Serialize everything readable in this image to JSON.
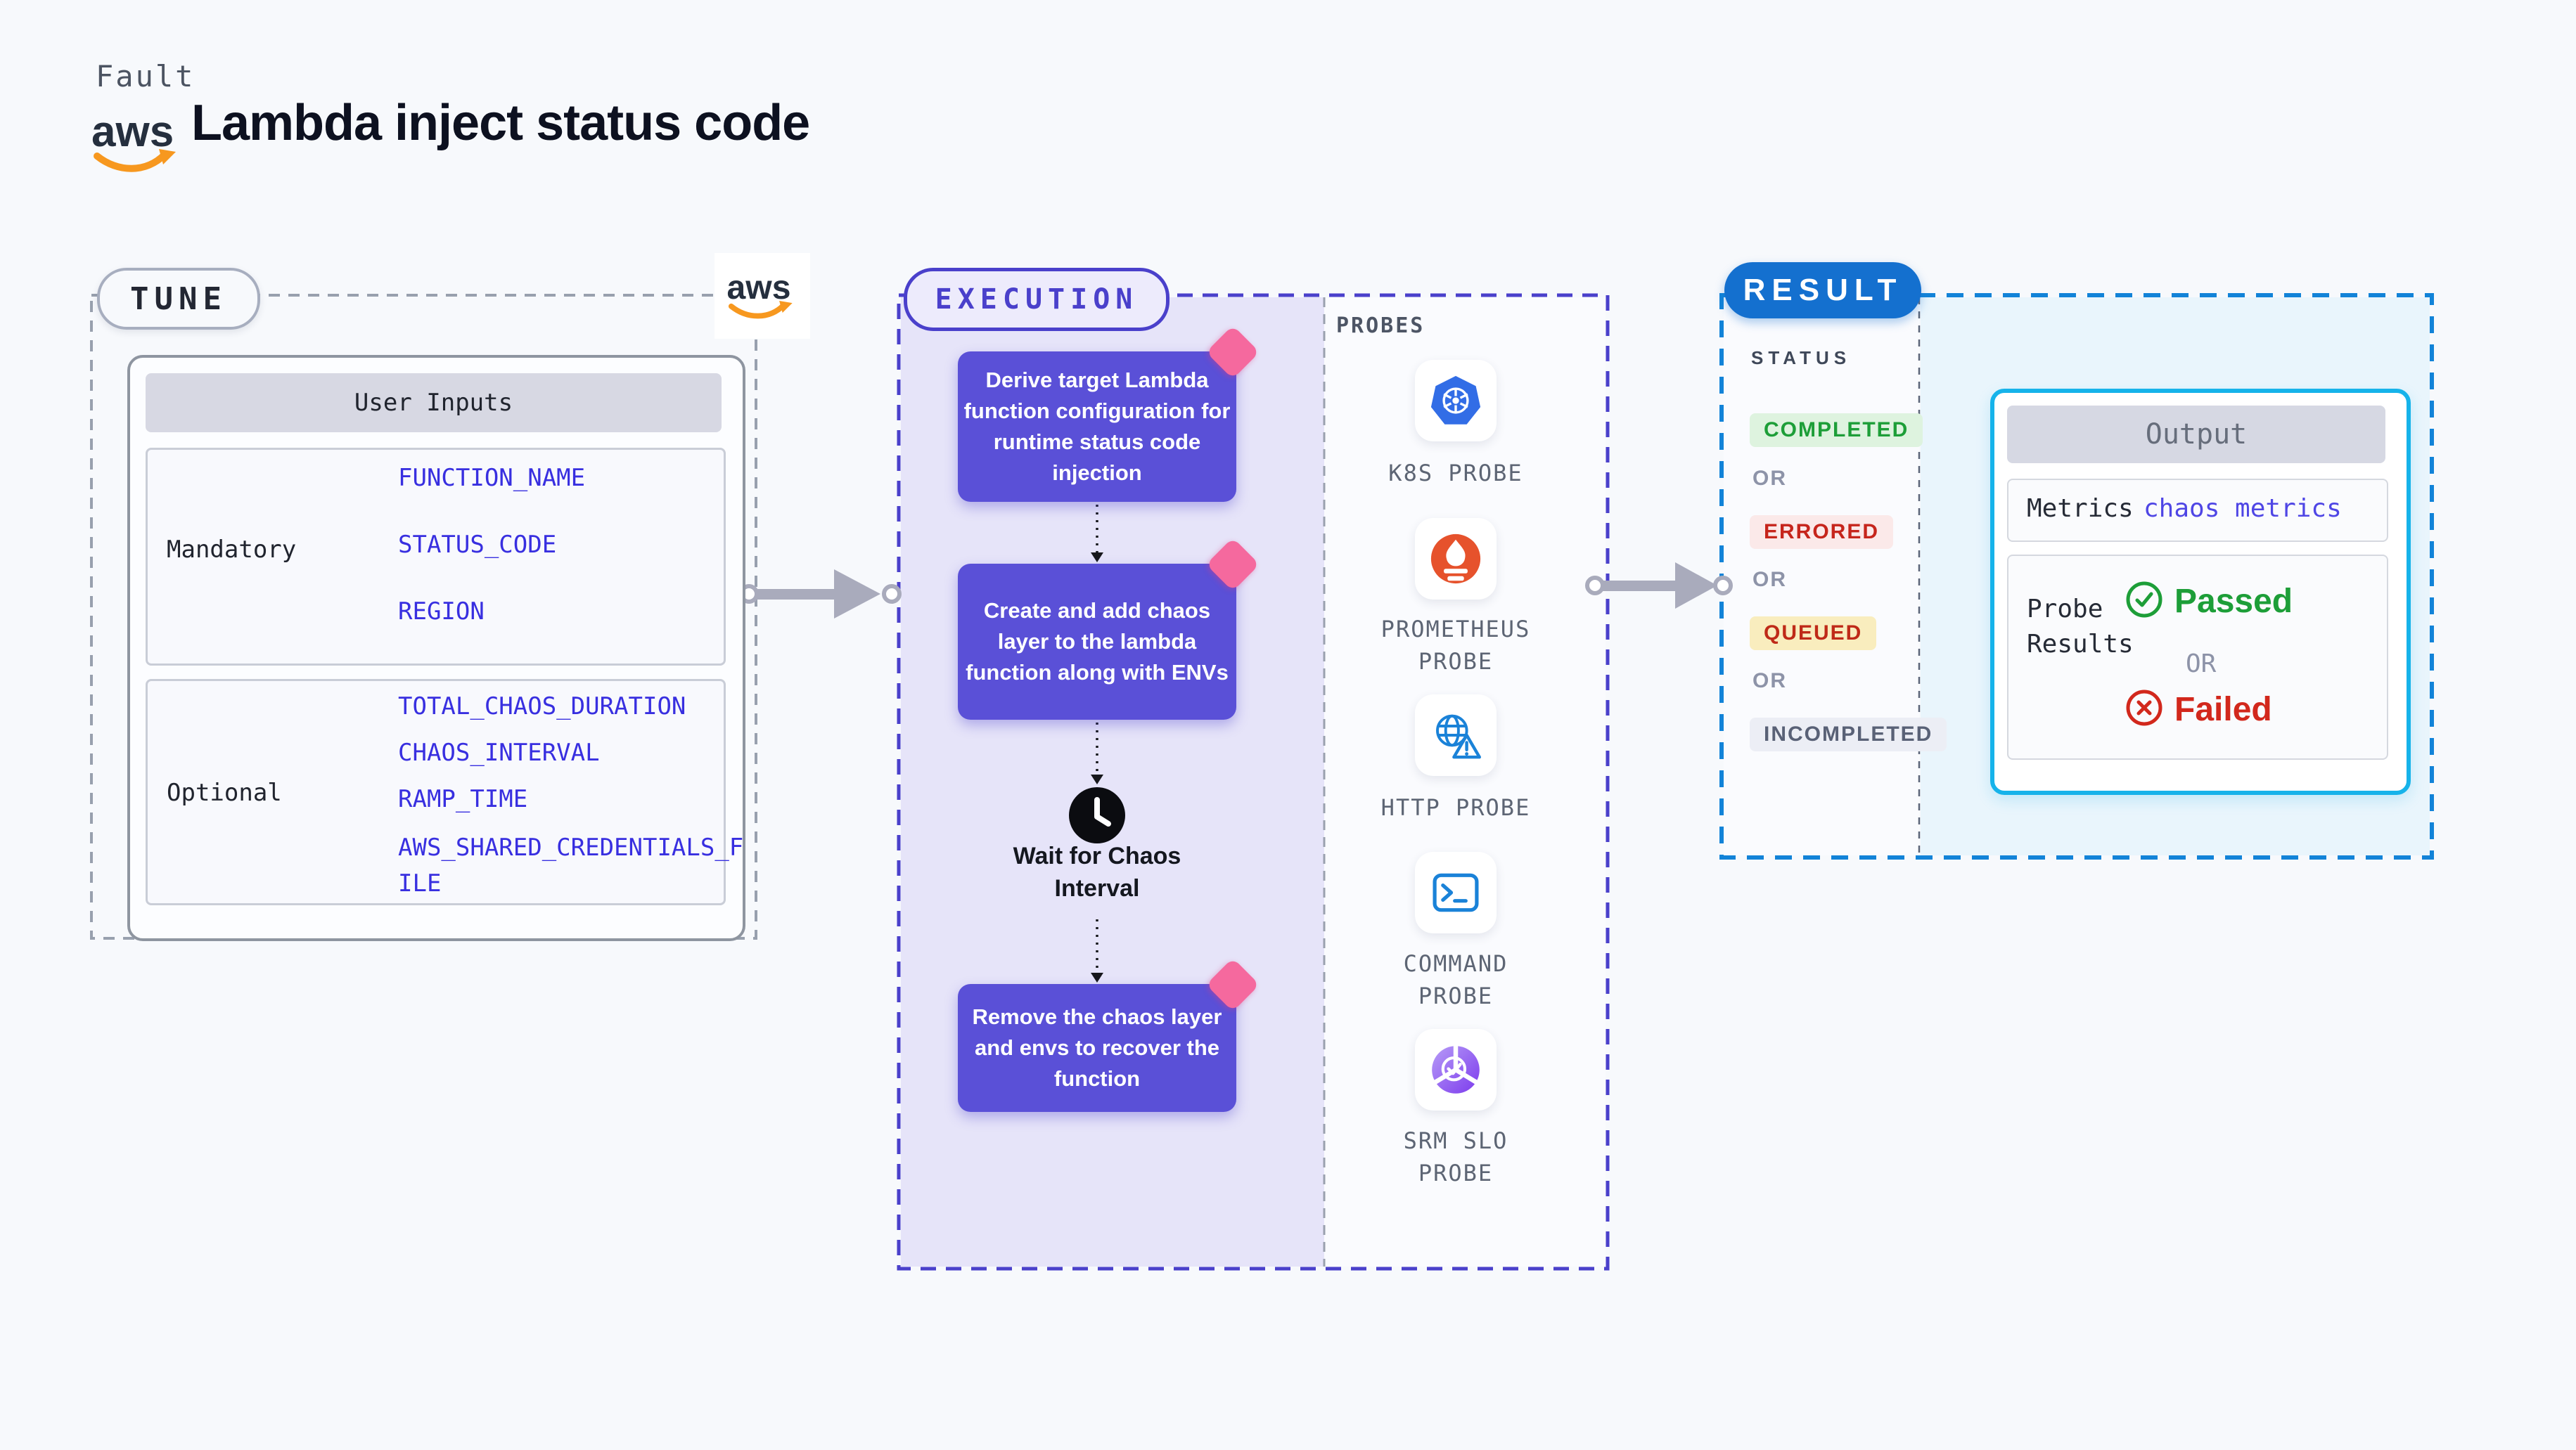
{
  "header": {
    "eyebrow": "Fault",
    "title": "Lambda inject status code",
    "logo": "aws-logo"
  },
  "tune": {
    "badge": "TUNE",
    "table_header": "User Inputs",
    "mandatory_label": "Mandatory",
    "mandatory_params": [
      "FUNCTION_NAME",
      "STATUS_CODE",
      "REGION"
    ],
    "optional_label": "Optional",
    "optional_params": [
      "TOTAL_CHAOS_DURATION",
      "CHAOS_INTERVAL",
      "RAMP_TIME",
      "AWS_SHARED_CREDENTIALS_FILE"
    ]
  },
  "execution": {
    "badge": "EXECUTION",
    "steps": [
      "Derive target Lambda function configuration for runtime status code injection",
      "Create and add chaos layer to the lambda function along with ENVs",
      "Remove the chaos layer and envs to recover the function"
    ],
    "wait_label": "Wait for Chaos Interval",
    "marker_icon": "pink-chaos-marker-icon",
    "wait_icon": "clock-icon"
  },
  "probes": {
    "title": "PROBES",
    "items": [
      {
        "name": "K8S PROBE",
        "icon": "kubernetes-icon"
      },
      {
        "name": "PROMETHEUS PROBE",
        "icon": "prometheus-flame-icon"
      },
      {
        "name": "HTTP PROBE",
        "icon": "http-globe-warning-icon"
      },
      {
        "name": "COMMAND PROBE",
        "icon": "terminal-icon"
      },
      {
        "name": "SRM SLO PROBE",
        "icon": "slo-donut-check-icon"
      }
    ]
  },
  "result": {
    "badge": "RESULT",
    "status_label": "STATUS",
    "or_label": "OR",
    "statuses": [
      {
        "label": "COMPLETED",
        "fg": "#1d9e38",
        "bg": "#def3df"
      },
      {
        "label": "ERRORED",
        "fg": "#c6251c",
        "bg": "#fbe9e9"
      },
      {
        "label": "QUEUED",
        "fg": "#bf2a18",
        "bg": "#f9edbe"
      },
      {
        "label": "INCOMPLETED",
        "fg": "#596176",
        "bg": "#eceef5"
      }
    ],
    "output": {
      "title": "Output",
      "metrics_label": "Metrics",
      "metrics_value": "chaos metrics",
      "probe_results_label": "Probe Results",
      "passed_label": "Passed",
      "or_label": "OR",
      "failed_label": "Failed",
      "passed_icon": "check-circle-icon",
      "failed_icon": "x-circle-icon"
    }
  },
  "colors": {
    "accent_indigo": "#4a40cb",
    "step_box_purple": "#5a50d7",
    "execution_fill": "#e6e4f9",
    "param_blue": "#382fe0",
    "pink_marker": "#f5699e",
    "result_pill_blue": "#1470cf",
    "result_border_blue": "#1283d8",
    "result_fill_blue": "#e9f5fc",
    "output_border_cyan": "#16b3ea",
    "passed_green": "#1d9e38",
    "failed_red": "#d2281c",
    "aws_orange": "#f7981f",
    "kubernetes_blue": "#326de6",
    "prometheus_orange": "#e6522c",
    "srm_purple": "#8b5cf6"
  }
}
